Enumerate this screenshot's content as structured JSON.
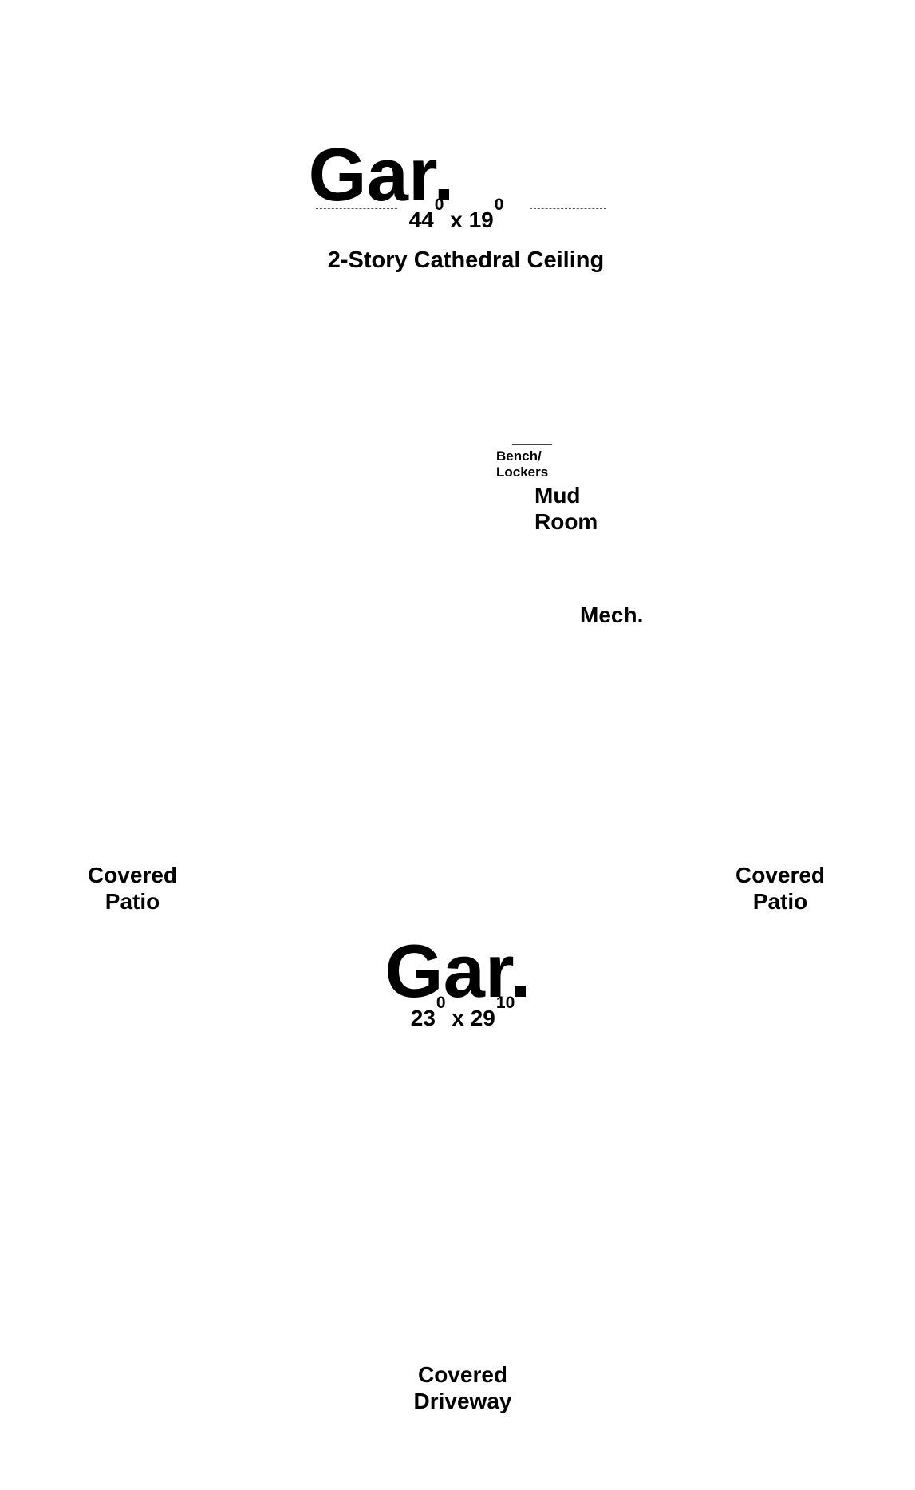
{
  "garage_top": {
    "title": "Gar.",
    "dim_a": "44",
    "dim_a_sup": "0",
    "dim_sep": "x",
    "dim_b": "19",
    "dim_b_sup": "0",
    "note": "2-Story Cathedral Ceiling"
  },
  "bench": {
    "line1": "Bench/",
    "line2": "Lockers"
  },
  "mud_room": {
    "line1": "Mud",
    "line2": "Room"
  },
  "mech": "Mech.",
  "patio_left": {
    "line1": "Covered",
    "line2": "Patio"
  },
  "patio_right": {
    "line1": "Covered",
    "line2": "Patio"
  },
  "garage_bottom": {
    "title": "Gar.",
    "dim_a": "23",
    "dim_a_sup": "0",
    "dim_sep": "x",
    "dim_b": "29",
    "dim_b_sup": "10"
  },
  "driveway": {
    "line1": "Covered",
    "line2": "Driveway"
  }
}
